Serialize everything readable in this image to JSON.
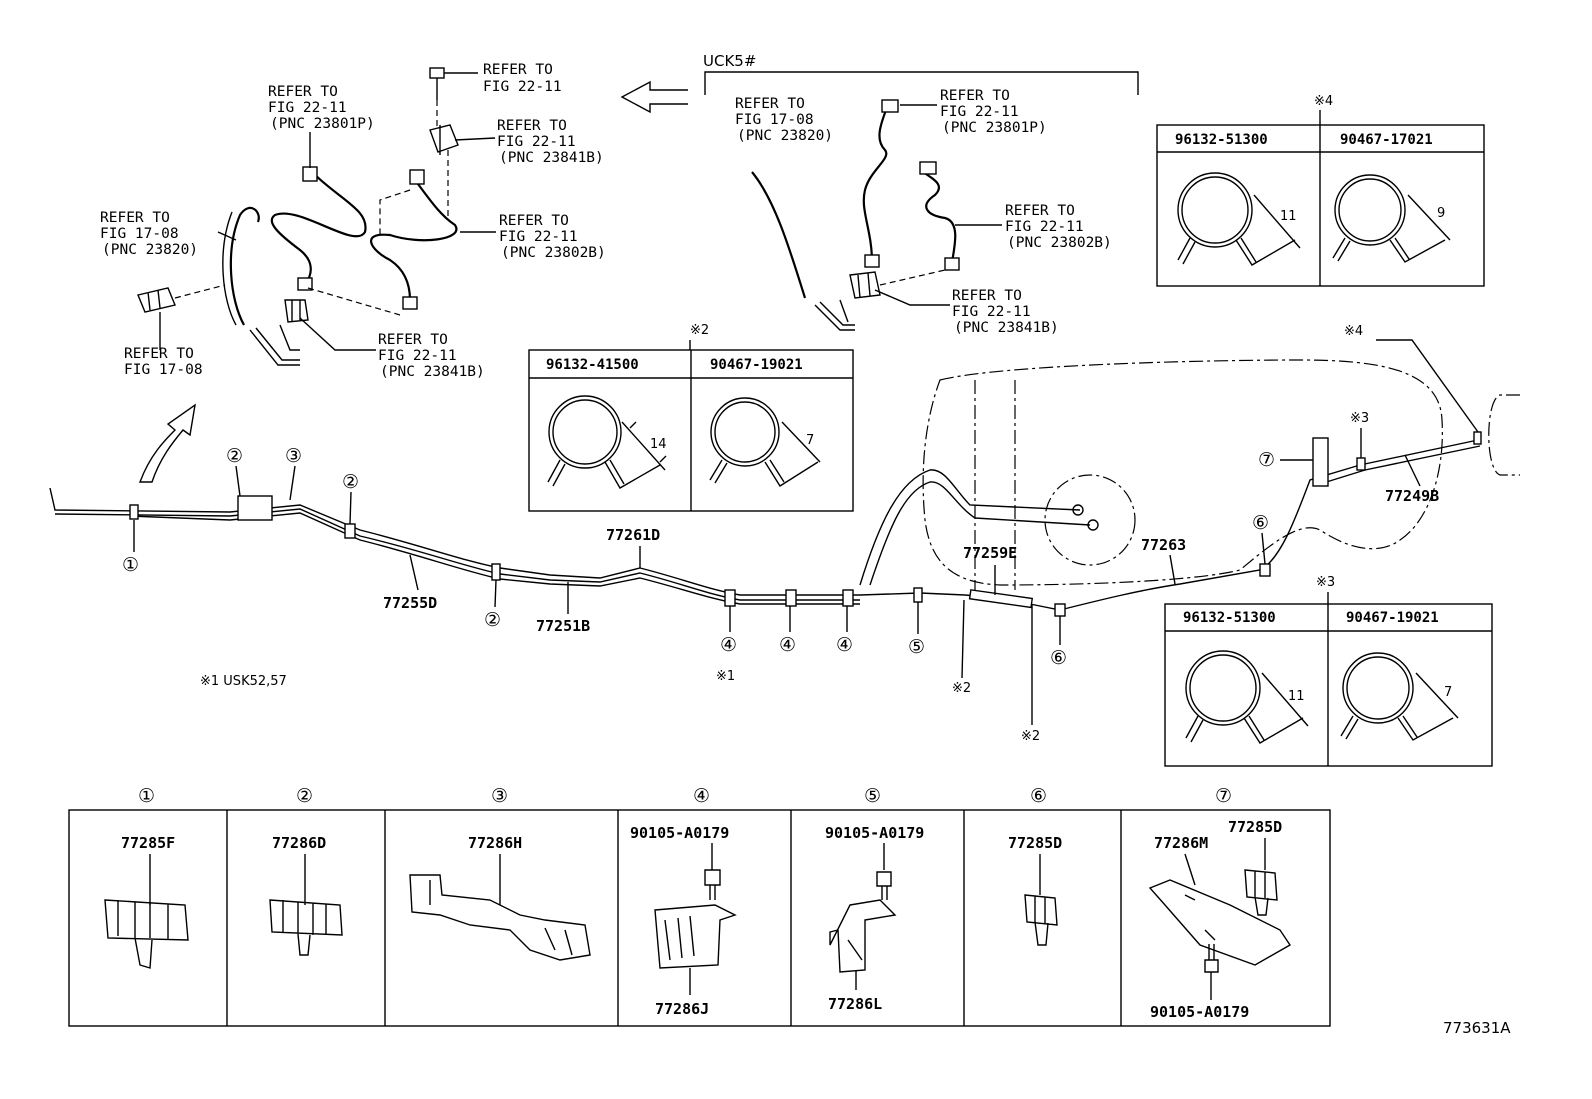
{
  "variant_label": "UCK5#",
  "refer_left": {
    "r1": [
      "REFER TO",
      "FIG 22-11"
    ],
    "r2": [
      "REFER TO",
      "FIG 22-11",
      "(PNC 23801P)"
    ],
    "r3": [
      "REFER TO",
      "FIG 22-11",
      "(PNC 23841B)"
    ],
    "r4": [
      "REFER TO",
      "FIG 17-08",
      "(PNC 23820)"
    ],
    "r5": [
      "REFER TO",
      "FIG 22-11",
      "(PNC 23802B)"
    ],
    "r6": [
      "REFER TO",
      "FIG 22-11",
      "(PNC 23841B)"
    ],
    "r7": [
      "REFER TO",
      "FIG 17-08"
    ]
  },
  "refer_right": {
    "r1": [
      "REFER TO",
      "FIG 17-08",
      "(PNC 23820)"
    ],
    "r2": [
      "REFER TO",
      "FIG 22-11",
      "(PNC 23801P)"
    ],
    "r3": [
      "REFER TO",
      "FIG 22-11",
      "(PNC 23802B)"
    ],
    "r4": [
      "REFER TO",
      "FIG 22-11",
      "(PNC 23841B)"
    ]
  },
  "clamp_tables": {
    "t2": {
      "mark": "※2",
      "c1": {
        "part": "96132-41500",
        "dim": "14"
      },
      "c2": {
        "part": "90467-19021",
        "dim": "7"
      }
    },
    "t4": {
      "mark": "※4",
      "c1": {
        "part": "96132-51300",
        "dim": "11"
      },
      "c2": {
        "part": "90467-17021",
        "dim": "9"
      }
    },
    "t3": {
      "mark": "※3",
      "c1": {
        "part": "96132-51300",
        "dim": "11"
      },
      "c2": {
        "part": "90467-19021",
        "dim": "7"
      }
    }
  },
  "main_parts": {
    "p77261D": "77261D",
    "p77255D": "77255D",
    "p77251B": "77251B",
    "p77259E": "77259E",
    "p77263": "77263",
    "p77249B": "77249B"
  },
  "callouts": [
    "①",
    "②",
    "③",
    "④",
    "⑤",
    "⑥",
    "⑦"
  ],
  "marks": {
    "m1": "※1",
    "m2": "※2",
    "m3": "※3",
    "m4": "※4"
  },
  "note": "※1 USK52,57",
  "bottom_parts": {
    "c1": {
      "part": "77285F"
    },
    "c2": {
      "part": "77286D"
    },
    "c3": {
      "part": "77286H"
    },
    "c4": {
      "bolt": "90105-A0179",
      "part": "77286J"
    },
    "c5": {
      "bolt": "90105-A0179",
      "part": "77286L"
    },
    "c6": {
      "part": "77285D"
    },
    "c7": {
      "part": "77286M",
      "part2": "77285D",
      "bolt": "90105-A0179"
    }
  },
  "figure_id": "773631A"
}
